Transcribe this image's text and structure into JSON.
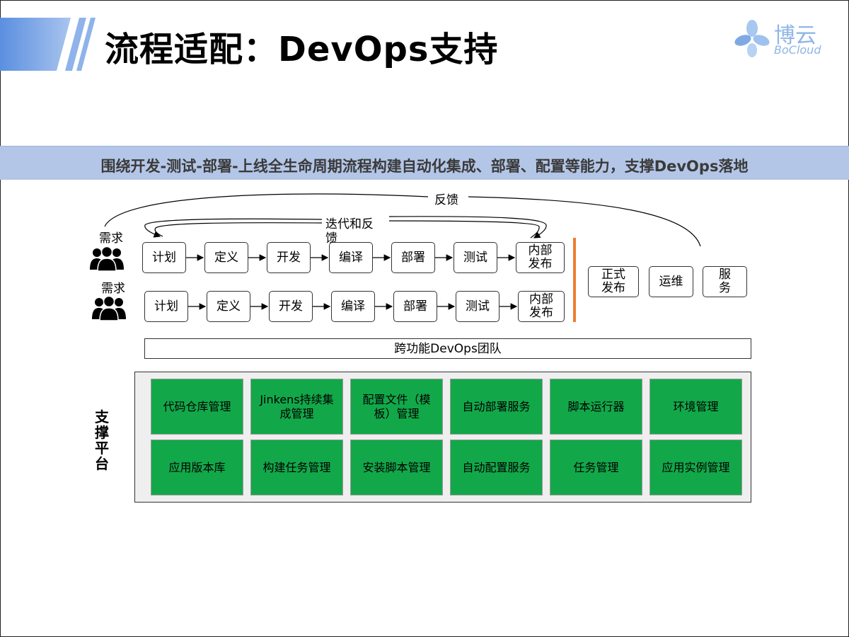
{
  "title": "流程适配：DevOps支持",
  "logo": {
    "cn": "博云",
    "en": "BoCloud"
  },
  "banner": "围绕开发-测试-部署-上线全生命周期流程构建自动化集成、部署、配置等能力，支撑DevOps落地",
  "feedback_label": "反馈",
  "iteration_label_line1": "迭代和反",
  "iteration_label_line2": "馈",
  "requirement_label": "需求",
  "pipeline_rows": [
    {
      "requirement": "需求",
      "steps": [
        "计划",
        "定义",
        "开发",
        "编译",
        "部署",
        "测试",
        "内部\n发布"
      ]
    },
    {
      "requirement": "需求",
      "steps": [
        "计划",
        "定义",
        "开发",
        "编译",
        "部署",
        "测试",
        "内部\n发布"
      ]
    }
  ],
  "release_steps": [
    "正式\n发布",
    "运维",
    "服\n务"
  ],
  "team_label": "跨功能DevOps团队",
  "platform_label": "支\n撑\n平\n台",
  "platform_items": [
    [
      "代码仓库管理",
      "Jinkens持续集成管理",
      "配置文件（模板）管理",
      "自动部署服务",
      "脚本运行器",
      "环境管理"
    ],
    [
      "应用版本库",
      "构建任务管理",
      "安装脚本管理",
      "自动配置服务",
      "任务管理",
      "应用实例管理"
    ]
  ],
  "colors": {
    "banner": "#b4c6e7",
    "platform_box": "#12a84a",
    "divider": "#ed7d31",
    "logo": "#8fb6e6"
  }
}
